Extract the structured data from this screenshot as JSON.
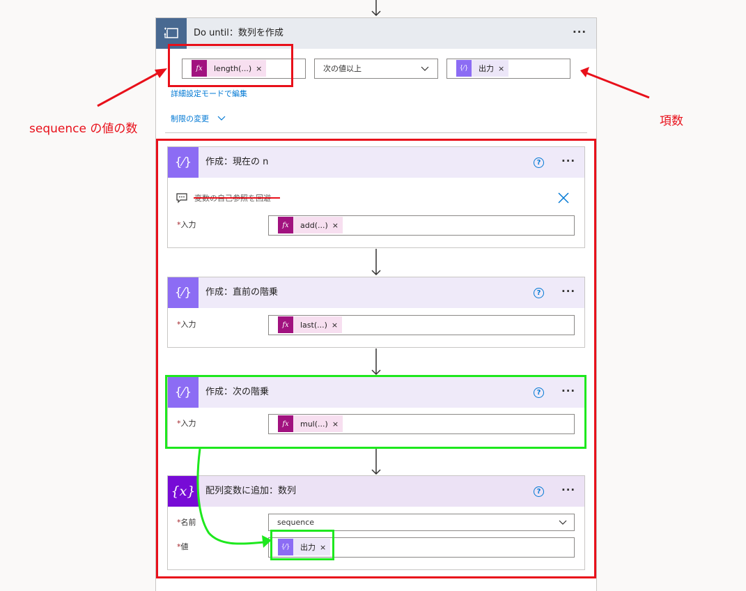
{
  "do_until": {
    "title": "Do until：数列を作成",
    "more": "···",
    "condition": {
      "left_token": {
        "icon": "fx",
        "label": "length(...)",
        "remove": "×"
      },
      "operator": "次の値以上",
      "right_token": {
        "icon": "{⁄}",
        "label": "出力",
        "remove": "×"
      }
    },
    "advanced_link": "詳細設定モードで編集",
    "limits_link": "制限の変更"
  },
  "actions": [
    {
      "title": "作成：現在の n",
      "help": "?",
      "more": "···",
      "comment": "変数の自己参照を回避",
      "input_label": "入力",
      "token": {
        "icon": "fx",
        "label": "add(...)",
        "remove": "×"
      }
    },
    {
      "title": "作成：直前の階乗",
      "help": "?",
      "more": "···",
      "input_label": "入力",
      "token": {
        "icon": "fx",
        "label": "last(...)",
        "remove": "×"
      }
    },
    {
      "title": "作成：次の階乗",
      "help": "?",
      "more": "···",
      "input_label": "入力",
      "token": {
        "icon": "fx",
        "label": "mul(...)",
        "remove": "×"
      }
    },
    {
      "title": "配列変数に追加：数列",
      "help": "?",
      "more": "···",
      "name_label": "名前",
      "name_value": "sequence",
      "value_label": "値",
      "token": {
        "icon": "{⁄}",
        "label": "出力",
        "remove": "×"
      }
    }
  ],
  "annotations": {
    "left": "sequence の値の数",
    "right": "項数"
  },
  "required_mark": "*",
  "colors": {
    "annotation_red": "#e8101a",
    "annotation_green": "#1ee81e",
    "fx_token": "#a1127f",
    "var_token": "#8c6cf4",
    "array_var": "#770bd6",
    "loop_header": "#486991"
  }
}
